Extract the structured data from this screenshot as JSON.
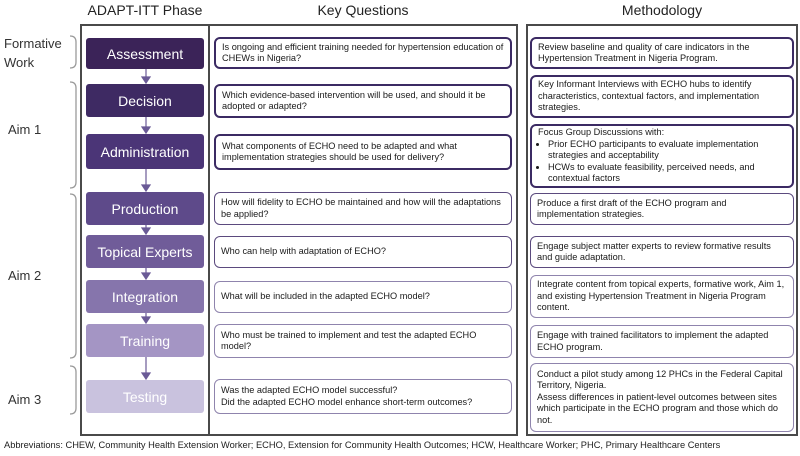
{
  "headers": {
    "phase": "ADAPT-ITT Phase",
    "questions": "Key Questions",
    "methodology": "Methodology"
  },
  "aims": {
    "formative_line1": "Formative",
    "formative_line2": "Work",
    "aim1": "Aim 1",
    "aim2": "Aim 2",
    "aim3": "Aim 3"
  },
  "phases": [
    {
      "label": "Assessment",
      "color": "#3b2358"
    },
    {
      "label": "Decision",
      "color": "#3e2a63"
    },
    {
      "label": "Administration",
      "color": "#4b3577"
    },
    {
      "label": "Production",
      "color": "#5e4a8a"
    },
    {
      "label": "Topical Experts",
      "color": "#705c99"
    },
    {
      "label": "Integration",
      "color": "#8675ac"
    },
    {
      "label": "Training",
      "color": "#a495c4"
    },
    {
      "label": "Testing",
      "color": "#c9c2de"
    }
  ],
  "questions": [
    {
      "text": "Is ongoing and efficient training needed for hypertension education of CHEWs in Nigeria?"
    },
    {
      "text": "Which evidence-based intervention will be used, and should it be adopted or adapted?"
    },
    {
      "text": "What components of ECHO need to be adapted and what implementation strategies should be used for delivery?"
    },
    {
      "text": "How will fidelity to ECHO be maintained and how will the adaptations be applied?"
    },
    {
      "text": "Who can help with adaptation of ECHO?"
    },
    {
      "text": "What will be included in the adapted ECHO model?"
    },
    {
      "text": "Who must be trained to implement and test the adapted ECHO model?"
    },
    {
      "line1": "Was the adapted ECHO model successful?",
      "line2": "Did the adapted ECHO model enhance short-term outcomes?"
    }
  ],
  "methods": [
    {
      "text": "Review baseline and quality of care indicators in the Hypertension Treatment in Nigeria Program."
    },
    {
      "text": "Key Informant Interviews with ECHO hubs to identify characteristics, contextual factors, and implementation strategies."
    },
    {
      "intro": "Focus Group Discussions with:",
      "bullet1": "Prior ECHO participants to evaluate implementation strategies and acceptability",
      "bullet2": "HCWs to evaluate feasibility, perceived needs, and contextual factors"
    },
    {
      "text": "Produce a first draft of the ECHO program and implementation strategies."
    },
    {
      "text": "Engage subject matter experts to review formative results and guide adaptation."
    },
    {
      "text": "Integrate content from topical experts, formative work, Aim 1, and existing Hypertension Treatment in Nigeria Program content."
    },
    {
      "text": "Engage with trained facilitators to implement the adapted ECHO program."
    },
    {
      "line1": "Conduct a pilot study among 12 PHCs in the Federal Capital Territory, Nigeria.",
      "line2": "Assess differences in patient-level outcomes between sites which participate in the ECHO program and those which do not."
    }
  ],
  "footer": "Abbreviations: CHEW, Community Health Extension Worker; ECHO, Extension for Community Health Outcomes; HCW, Healthcare Worker; PHC, Primary Healthcare Centers"
}
